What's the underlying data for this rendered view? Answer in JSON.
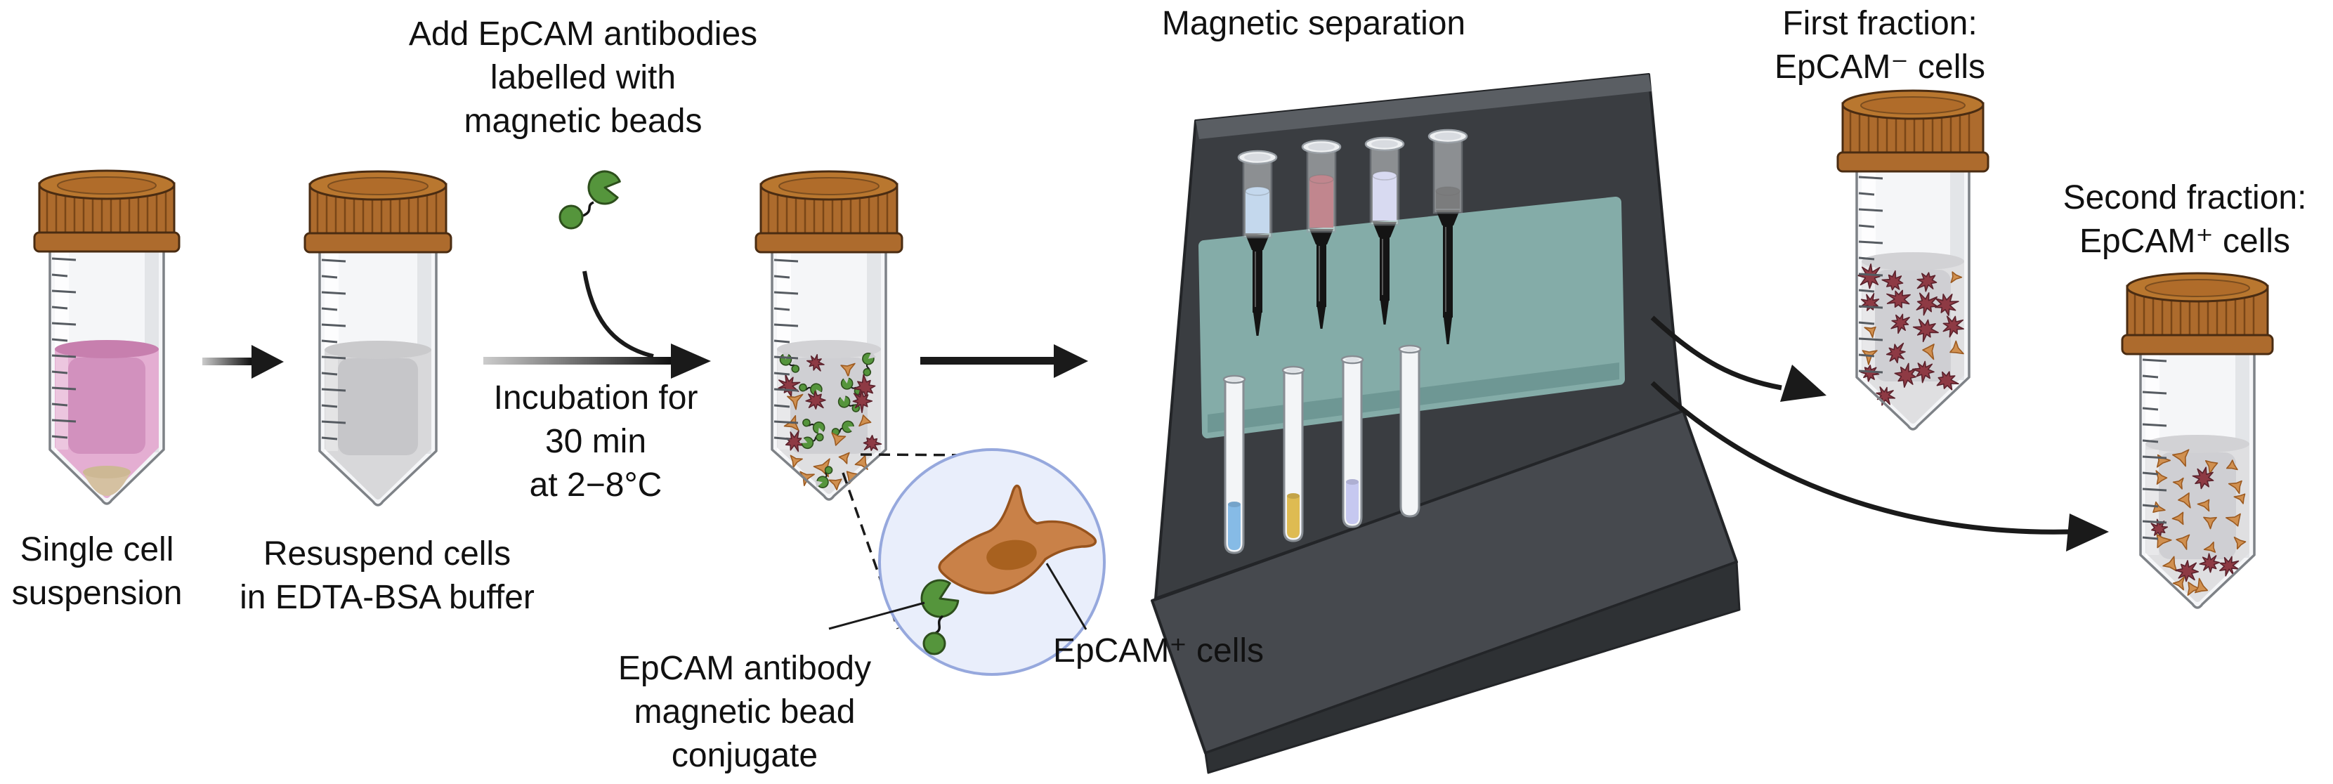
{
  "labels": {
    "add_antibodies": [
      "Add EpCAM antibodies",
      "labelled with",
      "magnetic beads"
    ],
    "incubation": [
      "Incubation for",
      "30 min",
      "at 2−8°C"
    ],
    "step1": [
      "Single cell",
      "suspension"
    ],
    "step2": [
      "Resuspend cells",
      "in EDTA-BSA buffer"
    ],
    "separation_title": "Magnetic separation",
    "conjugate_callout": [
      "EpCAM antibody",
      "magnetic bead",
      "conjugate"
    ],
    "epcam_positive_callout": "EpCAM⁺ cells",
    "first_fraction": [
      "First fraction:",
      "EpCAM⁻ cells"
    ],
    "second_fraction": [
      "Second fraction:",
      "EpCAM⁺ cells"
    ]
  },
  "colors": {
    "cap_top": "#b9772f",
    "cap_top_inner": "#aa6426",
    "cap_body": "#ad6b2d",
    "cap_rib": "#7a4617",
    "cap_outline": "#4a2c12",
    "glass_fill": "#f5f6f8",
    "glass_stroke": "#7e8287",
    "glass_shade": "#e3e5e8",
    "tick": "#565b61",
    "pink_liquid": "#e4aed2",
    "pink_core": "#cf8cbb",
    "pink_surface": "#c77fae",
    "pellet": "#d5c1a1",
    "pellet_top": "#cdb894",
    "gray_liquid": "#d8d8da",
    "gray_core": "#c3c3c5",
    "gray_surface": "#cacacc",
    "mix_liquid": "#dfdfe1",
    "mix_core": "#cdcdd0",
    "mix_surface": "#d2d2d5",
    "cell_negative_fill": "#8e3a44",
    "cell_negative_stroke": "#5c222c",
    "cell_positive_fill": "#d09050",
    "cell_positive_stroke": "#9c5a20",
    "conjugate_green": "#55953c",
    "conjugate_outline": "#2d4f1c",
    "arrow": "#1a1a1a",
    "inset_fill": "#e9eefb",
    "inset_stroke": "#96a8dd",
    "big_cell_fill": "#c98148",
    "big_cell_stroke": "#97531d",
    "big_cell_nucleus": "#a8611f",
    "panel": "#3a3d41",
    "panel_bevel": "#5a5e63",
    "panel_outline": "#232528",
    "band": "#84aca8",
    "band_dark": "#6b9591",
    "base_top": "#46494e",
    "base_front": "#2e3134",
    "rod": "#141414",
    "column_liquids": [
      "#9fc3e8",
      "#9b2d39",
      "#c4c7ef",
      "#1b1b1b"
    ],
    "collection_liquids": [
      "#86bbe6",
      "#debb52",
      "#c6c8f0",
      ""
    ]
  },
  "contents": {
    "tube3_cells": {
      "negative": 7,
      "positive": 12,
      "conjugates": 9
    },
    "first_fraction_cells": {
      "negative": 16,
      "positive": 5,
      "conjugates": 0
    },
    "second_fraction_cells": {
      "negative": 5,
      "positive": 22,
      "conjugates": 0
    }
  }
}
